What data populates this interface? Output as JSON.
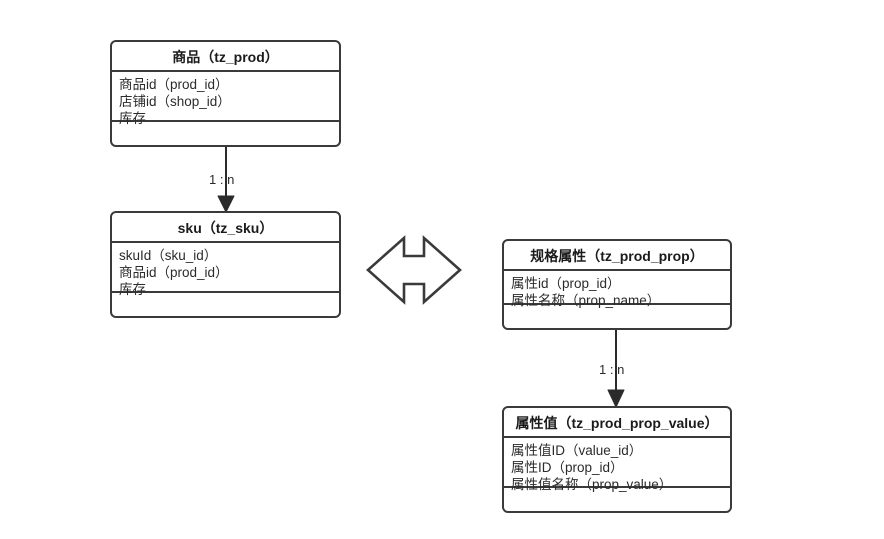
{
  "diagram": {
    "type": "entity-relationship-diagram",
    "background": "#ffffff",
    "line_color": "#3a3a3a",
    "text_color": "#2b2b2b",
    "entities": [
      {
        "id": "prod",
        "title": "商品（tz_prod）",
        "attributes": [
          "商品id（prod_id）",
          "店铺id（shop_id）",
          "库存"
        ],
        "methods": []
      },
      {
        "id": "sku",
        "title": "sku（tz_sku）",
        "attributes": [
          "skuId（sku_id）",
          "商品id（prod_id）",
          "库存"
        ],
        "methods": []
      },
      {
        "id": "prop",
        "title": "规格属性（tz_prod_prop）",
        "attributes": [
          "属性id（prop_id）",
          "属性名称（prop_name）"
        ],
        "methods": []
      },
      {
        "id": "propvalue",
        "title": "属性值（tz_prod_prop_value）",
        "attributes": [
          "属性值ID（value_id）",
          "属性ID（prop_id）",
          "属性值名称（prop_value）"
        ],
        "methods": []
      }
    ],
    "connectors": [
      {
        "id": "prod-to-sku",
        "from": "prod",
        "to": "sku",
        "label": "1 : n",
        "style": "solid-line-filled-arrow",
        "direction": "down"
      },
      {
        "id": "prop-to-propvalue",
        "from": "prop",
        "to": "propvalue",
        "label": "1 : n",
        "style": "solid-line-filled-arrow",
        "direction": "down"
      },
      {
        "id": "sku-to-prop",
        "from": "sku",
        "to": "prop",
        "label": "",
        "style": "double-headed-block-arrow",
        "direction": "bidirectional"
      }
    ]
  }
}
